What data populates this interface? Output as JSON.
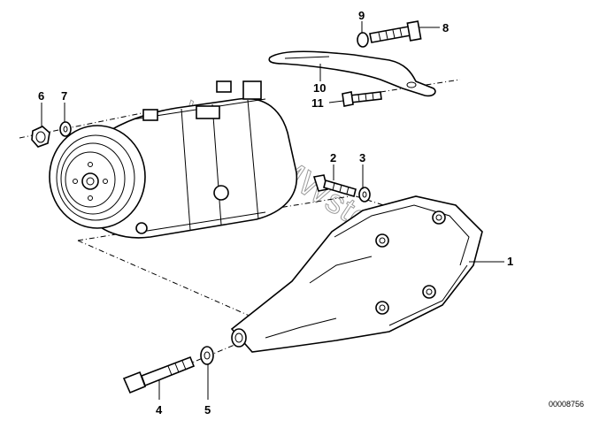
{
  "diagram": {
    "callouts": [
      {
        "id": "c1",
        "label": "1"
      },
      {
        "id": "c2",
        "label": "2"
      },
      {
        "id": "c3",
        "label": "3"
      },
      {
        "id": "c4",
        "label": "4"
      },
      {
        "id": "c5",
        "label": "5"
      },
      {
        "id": "c6",
        "label": "6"
      },
      {
        "id": "c7",
        "label": "7"
      },
      {
        "id": "c8",
        "label": "8"
      },
      {
        "id": "c9",
        "label": "9"
      },
      {
        "id": "c10",
        "label": "10"
      },
      {
        "id": "c11",
        "label": "11"
      }
    ],
    "watermark": "www.BMWstore.pl",
    "diagram_code": "00008756"
  }
}
